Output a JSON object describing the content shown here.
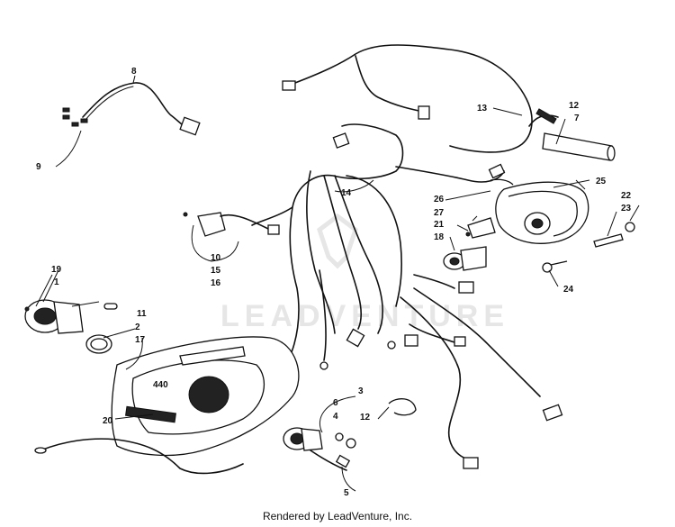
{
  "diagram": {
    "gauge_text": "440",
    "watermark": "LEADVENTURE",
    "credit": "Rendered by LeadVenture, Inc.",
    "callouts": {
      "c1": "1",
      "c2": "2",
      "c3": "3",
      "c4": "4",
      "c5": "5",
      "c6": "6",
      "c7": "7",
      "c8": "8",
      "c9": "9",
      "c10": "10",
      "c11": "11",
      "c12a": "12",
      "c12b": "12",
      "c13": "13",
      "c14": "14",
      "c15": "15",
      "c16": "16",
      "c17": "17",
      "c18": "18",
      "c19": "19",
      "c20": "20",
      "c21": "21",
      "c22": "22",
      "c23": "23",
      "c24": "24",
      "c25": "25",
      "c26": "26",
      "c27": "27"
    }
  }
}
